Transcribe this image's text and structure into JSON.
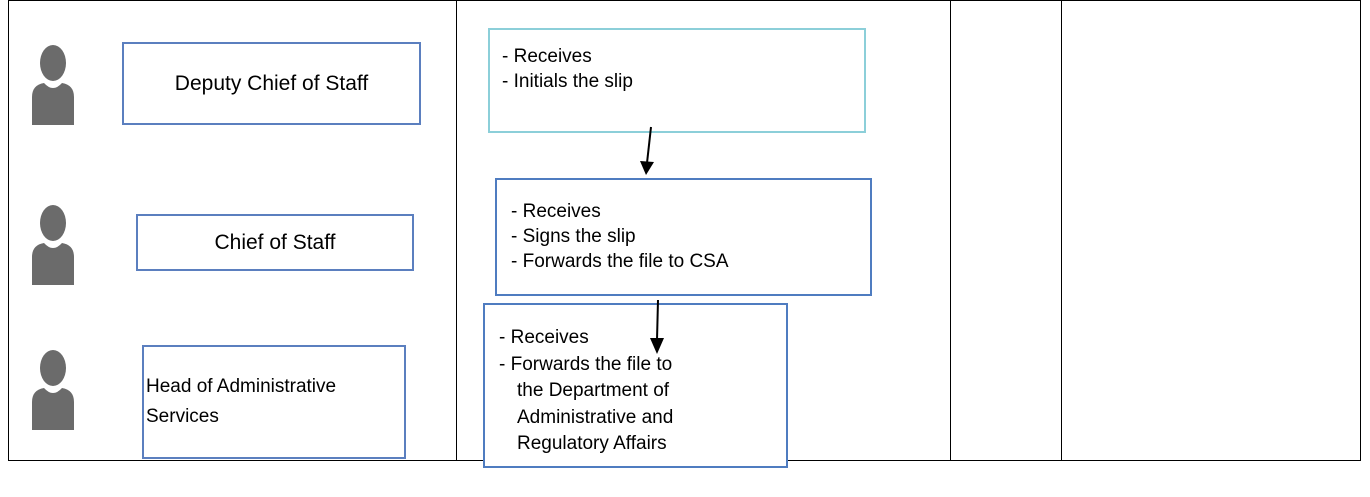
{
  "roles": [
    {
      "label": "Deputy Chief of Staff"
    },
    {
      "label": "Chief of Staff"
    },
    {
      "label": "Head of Administrative Services"
    }
  ],
  "steps": [
    {
      "lines": [
        "- Receives",
        "- Initials the slip"
      ]
    },
    {
      "lines": [
        "- Receives",
        "- Signs  the slip",
        "- Forwards the file to CSA"
      ]
    },
    {
      "lines": [
        "- Receives",
        "- Forwards the file to",
        "the Department of",
        "Administrative and",
        "Regulatory Affairs"
      ]
    }
  ],
  "colors": {
    "person_icon": "#6b6b6b",
    "box_border": "#4f7cc0",
    "light_box_border": "#8ccfd9"
  },
  "icons": [
    "person-icon",
    "arrow-down-icon"
  ]
}
